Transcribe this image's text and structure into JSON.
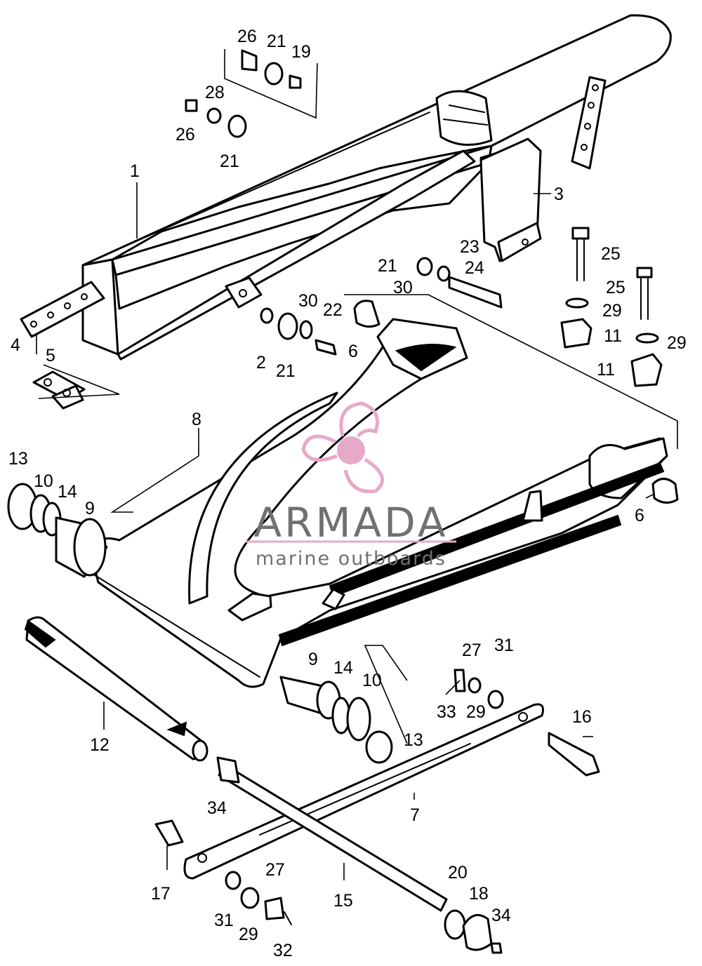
{
  "watermark": {
    "brand": "ARMADA",
    "tagline": "marine outboards",
    "logo_color": "#e7a9c8",
    "text_color": "#707070"
  },
  "callouts": [
    "1",
    "2",
    "3",
    "4",
    "5",
    "6",
    "6",
    "7",
    "8",
    "9",
    "9",
    "10",
    "10",
    "11",
    "11",
    "12",
    "13",
    "13",
    "14",
    "14",
    "15",
    "16",
    "17",
    "18",
    "19",
    "20",
    "21",
    "21",
    "21",
    "21",
    "22",
    "23",
    "24",
    "25",
    "25",
    "26",
    "26",
    "27",
    "27",
    "28",
    "29",
    "29",
    "29",
    "29",
    "30",
    "30",
    "31",
    "31",
    "32",
    "33",
    "34",
    "34"
  ]
}
